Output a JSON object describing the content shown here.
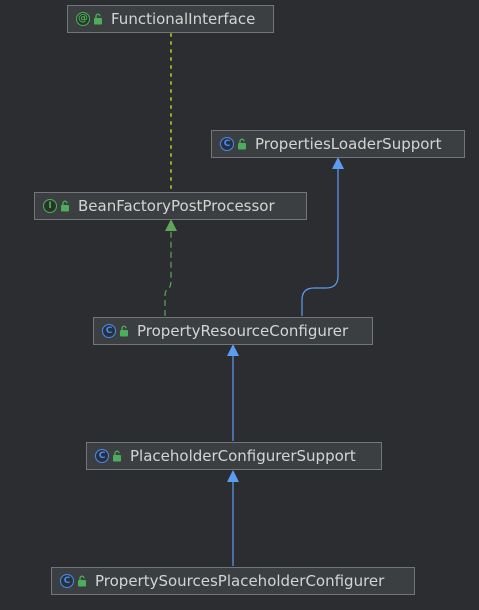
{
  "nodes": [
    {
      "id": "functional-interface",
      "label": "FunctionalInterface",
      "kind": "annotation",
      "glyph": "@"
    },
    {
      "id": "properties-loader-support",
      "label": "PropertiesLoaderSupport",
      "kind": "class",
      "glyph": "C"
    },
    {
      "id": "bean-factory-post-processor",
      "label": "BeanFactoryPostProcessor",
      "kind": "interface",
      "glyph": "I"
    },
    {
      "id": "property-resource-configurer",
      "label": "PropertyResourceConfigurer",
      "kind": "class",
      "glyph": "C"
    },
    {
      "id": "placeholder-configurer-support",
      "label": "PlaceholderConfigurerSupport",
      "kind": "class",
      "glyph": "C"
    },
    {
      "id": "property-sources-placeholder-configurer",
      "label": "PropertySourcesPlaceholderConfigurer",
      "kind": "class",
      "glyph": "C"
    }
  ],
  "edges": [
    {
      "from": "bean-factory-post-processor",
      "to": "functional-interface",
      "type": "annotated-by"
    },
    {
      "from": "property-resource-configurer",
      "to": "bean-factory-post-processor",
      "type": "implements"
    },
    {
      "from": "property-resource-configurer",
      "to": "properties-loader-support",
      "type": "extends"
    },
    {
      "from": "placeholder-configurer-support",
      "to": "property-resource-configurer",
      "type": "extends"
    },
    {
      "from": "property-sources-placeholder-configurer",
      "to": "placeholder-configurer-support",
      "type": "extends"
    }
  ],
  "colors": {
    "background": "#2b2d30",
    "node_fill": "#3c3f41",
    "node_border": "#72767b",
    "text": "#d4d4d4",
    "extends_edge": "#5c9cf2",
    "implements_edge": "#5fa55a",
    "annotation_edge": "#9aa627"
  },
  "icons": {
    "class": "class-c-icon",
    "interface": "interface-i-icon",
    "annotation": "annotation-at-icon",
    "visibility": "public-unlock-icon"
  }
}
